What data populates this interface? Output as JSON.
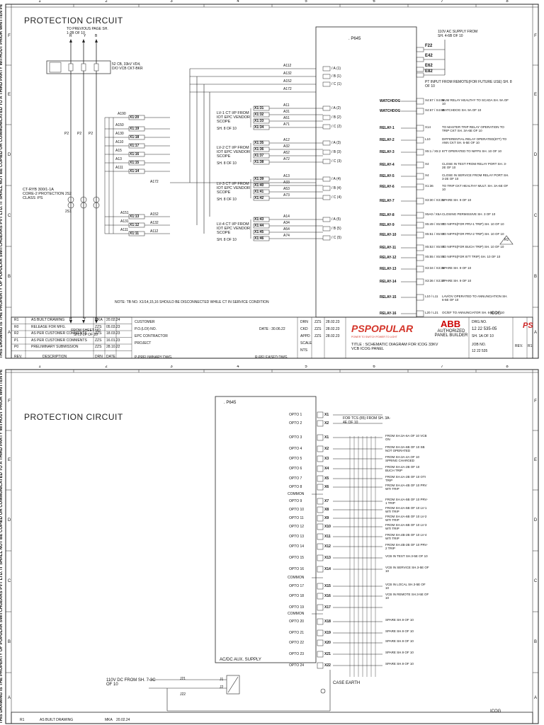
{
  "border": {
    "columns": [
      "1",
      "2",
      "3",
      "4",
      "5",
      "6",
      "7",
      "8"
    ],
    "rows": [
      "F",
      "E",
      "D",
      "C",
      "B",
      "A"
    ],
    "side_note": "THIS DRAWING IS THE PROPERTY OF POPULAR SWITCHGEARS PVT LTD. IT SHALL NOT BE COPIED OR COMMUNICATED TO A THIRD PARTY WITHOUT PRIOR WRITTEN PERMISSION OF THE COMPANY."
  },
  "sheet1": {
    "title": "PROTECTION CIRCUIT",
    "prev_page": "TO PREVIOUS PAGE SH. 1-2B OF 10",
    "phases": [
      "R",
      "Y",
      "B"
    ],
    "cb_label": "52 CB, 33kV VD4, D/O VCB CKT-BKR",
    "ct_label": "CT-RYB 300/1-1A CORE-2 PROTECTION CLASS :PS",
    "ct_marks": [
      "2S2",
      "2S1"
    ],
    "relay_name": ". P645",
    "supply": "110V AC SUPPLY FROM SH. 4-6B OF 10",
    "supply_terms": [
      "F22",
      "E42",
      "E62",
      "E82"
    ],
    "pt_input": "PT INPUT FROM REMOTE(FOR FUTURE USE) SH. 8 OF 10",
    "phase_inputs": [
      "/ A (1)",
      "/ B (1)",
      "/ C (1)",
      "/ A (2)",
      "/ B (2)",
      "/ C (2)",
      "/ A (3)",
      "/ B (3)",
      "/ C (3)",
      "/ A (4)",
      "/ B (4)",
      "/ C (4)",
      "/ A (5)",
      "/ B (5)",
      "/ C (5)"
    ],
    "ct_wires": [
      "A112",
      "A132",
      "A152",
      "A172"
    ],
    "left_terms": [
      "X1:20",
      "X1:19",
      "X1:18",
      "X1:17",
      "X1:16",
      "X1:15",
      "X1:14",
      "X1:13",
      "X1:12",
      "X1:11"
    ],
    "left_wires": [
      "A190",
      "A150",
      "A130",
      "A110",
      "A15",
      "A13",
      "A111",
      "A151",
      "A131",
      "A111",
      "A172",
      "A152",
      "A132",
      "A112"
    ],
    "p_marks": [
      "P2",
      "P2",
      "P2"
    ],
    "lv_blocks": [
      {
        "name": "LV-1 CT I/P FROM IOT EPC VENDOR SCOPE",
        "sheet": "SH. 8 OF 10",
        "terms": [
          "X1:31",
          "X1:32",
          "X1:33",
          "X1:34"
        ],
        "wires": [
          "A11",
          "A31",
          "A51",
          "A71"
        ]
      },
      {
        "name": "LV-2 CT I/P FROM IOT EPC VENDOR SCOPE",
        "sheet": "SH. 8 OF 10",
        "terms": [
          "X1:35",
          "X1:36",
          "X1:37",
          "X1:38"
        ],
        "wires": [
          "A12",
          "A32",
          "A52",
          "A72"
        ]
      },
      {
        "name": "LV-3 CT I/P FROM IOT EPC VENDOR SCOPE",
        "sheet": "SH. 8 OF 10",
        "terms": [
          "X1:39",
          "X1:40",
          "X1:41",
          "X1:42"
        ],
        "wires": [
          "A13",
          "A33",
          "A53",
          "A73"
        ]
      },
      {
        "name": "LV-4 CT I/P FROM IOT EPC VENDOR SCOPE",
        "sheet": "SH. 8 OF 10",
        "terms": [
          "X1:43",
          "X1:44",
          "X1:45",
          "X1:46"
        ],
        "wires": [
          "A14",
          "A34",
          "A54",
          "A74"
        ]
      }
    ],
    "outputs": [
      {
        "relay": "WATCHDOG",
        "terms": "X4:67 / X4:68",
        "text": "NUM RELAY HEALTHY TO SCADA SH. 9A OF 10"
      },
      {
        "relay": "WATCHDOG",
        "terms": "X4:67 / X4:68",
        "text": "WATCHDOG SH. 9A OF 10"
      },
      {
        "relay": "RELAY-1",
        "terms": "X14",
        "text": "TO MASTER TRIP RELAY OPERATION TO TRIP CKT SH. 3A-6E OF 10"
      },
      {
        "relay": "RELAY-2",
        "terms": "L10",
        "text": "DIFFERENTIAL RELAY OPERATED(87T) TO ANN CKT SH. 6-5E OF 10"
      },
      {
        "relay": "RELAY-3",
        "terms": "X5:1 / X5:2",
        "text": "87T OPERATED TO NIFPS SH. 10 OF 10"
      },
      {
        "relay": "RELAY-4",
        "terms": "X4",
        "text": "CLOSE IN TEST FROM RELAY PORT SH. 3-2E OF 10"
      },
      {
        "relay": "RELAY-5",
        "terms": "X4",
        "text": "CLOSE IN SERVICE FROM RELAY PORT SH. 3-2E OF 10"
      },
      {
        "relay": "RELAY-6",
        "terms": "X1:36",
        "text": "TO TRIP CKT HEALTHY MULT. SH. 3A-6E OF 10"
      },
      {
        "relay": "RELAY-7",
        "terms": "X3:30 / X3:31",
        "text": "SPARE SH. 9 OF 10"
      },
      {
        "relay": "RELAY-8",
        "terms": "X5A0 / X5A",
        "text": "CLOSING PERMISSIVE SH. 3 OF 10"
      },
      {
        "relay": "RELAY-9",
        "terms": "X5:49 / X5:50",
        "text": "TO NIFPS(FOR PRV-1 TRIP) SH. 10 OF 10"
      },
      {
        "relay": "RELAY-10",
        "terms": "X5:51 / X5:52",
        "text": "TO NIFPS(FOR PRV-2 TRIP) SH. 10 OF 10"
      },
      {
        "relay": "RELAY-11",
        "terms": "X5:53 / X5:54",
        "text": "TO NIFPS(FOR BUCH TRIP) SH. 10 OF 10"
      },
      {
        "relay": "RELAY-12",
        "terms": "X5:55 / X5:56",
        "text": "TO NIFPS(FOR 87T TRIP) SH. 10 OF 10"
      },
      {
        "relay": "RELAY-13",
        "terms": "X3:34 / X3:35",
        "text": "SPARE SH. 9 OF 10"
      },
      {
        "relay": "RELAY-14",
        "terms": "X3:36 / X3:37",
        "text": "SPARE SH. 9 OF 10"
      },
      {
        "relay": "RELAY-15",
        "terms": "L10 / L11",
        "text": "LAV/OV OPERATED TO ANNUNCIATION SH. 6-6E OF 10"
      },
      {
        "relay": "RELAY-16",
        "terms": "L20 / L21",
        "text": "OC/EF TO ANNUNCIATOR SH. 6-5E OF 10"
      }
    ],
    "r2_badge": "R2",
    "note": "NOTE: TB NO. X1/14,15,16 SHOULD BE DISCONNECTED WHILE CT IN SERVICE CONDITION",
    "from_sheet": "FROM SHEET NO SH.2-2F OF 10",
    "title_block": {
      "revisions": [
        {
          "rev": "R1",
          "desc": "AS BUILT DRAWING",
          "drn": "MKA",
          "date": "20.02.24"
        },
        {
          "rev": "R0",
          "desc": "RELEASE FOR MFG.",
          "drn": "ZZS",
          "date": "05.03.23"
        },
        {
          "rev": "R2",
          "desc": "AS PER CUSTOMER COMMENTS",
          "drn": "ZZS",
          "date": "18.03.23"
        },
        {
          "rev": "P1",
          "desc": "AS PER CUSTOMER COMMENTS",
          "drn": "ZZS",
          "date": "16.01.23"
        },
        {
          "rev": "P0",
          "desc": "PRELIMINARY SUBMISSION",
          "drn": "ZZS",
          "date": "28.10.22"
        }
      ],
      "headers": [
        "REV.",
        "DESCRIPTION",
        "DRN",
        "DATE"
      ],
      "customer": "CUSTOMER",
      "po": "P.O.(LOI) NO.",
      "date_label": "DATE : 30.06.22",
      "epc": "EPC CONTRACTOR",
      "project": "PROJECT",
      "prelim": "P-PRELIMINARY DWG.",
      "released": "R-RELEASED DWG.",
      "drn": "DRN",
      "ckd": "CKD",
      "appd": "APPD",
      "scale": "SCALE",
      "nts": "NTS",
      "sign": "ZZS",
      "sign_date": "28.02.23",
      "brand": "PSPOPULAR",
      "brand_sub": "POWER TO SWITCH POWER TO LIGHT",
      "abb": "ABB",
      "authorized": "AUTHORIZED PANEL BUILDER",
      "title": "TITLE : SCHEMATIC DIAGRAM FOR ICOG 33KV VCB ICOG PANEL",
      "icog": "ICOG",
      "drg_no_label": "DRG.NO.",
      "drg_no": "12 22 535-05",
      "sh": "SH. 1A OF 10",
      "job_label": "JOB NO.",
      "job": "12 22 535",
      "rev_label": "REV.",
      "rev": "R1",
      "ps_logo": "PS"
    }
  },
  "sheet2": {
    "title": "PROTECTION CIRCUIT",
    "relay_name": ". P645",
    "top_ref": "FOR TCS (85) FROM SH. 3A-4E OF 10",
    "optos": [
      {
        "name": "OPTO 1",
        "t": "X1",
        "ref": ""
      },
      {
        "name": "OPTO 2",
        "t": "X2",
        "ref": ""
      },
      {
        "name": "OPTO 3",
        "t": "X1",
        "ref": "FROM SH.3A-6A OF 10 VCB ON"
      },
      {
        "name": "OPTO 4",
        "t": "X2",
        "ref": "FROM SH.3A-6B OF 10 SB NOT OPERATED"
      },
      {
        "name": "OPTO 5",
        "t": "X3",
        "ref": "FROM SH.3A-4A OF 10 SPRING CHARGED"
      },
      {
        "name": "OPTO 6",
        "t": "X4",
        "ref": "FROM SH.4A-2B OF 10 BUCH TRIP"
      },
      {
        "name": "OPTO 7",
        "t": "X5",
        "ref": "FROM SH.4A-2B OF 10 OTI TRIP"
      },
      {
        "name": "OPTO 8",
        "t": "X6",
        "ref": "FROM SH.4A-4B OF 10 PRV WTI TRIP"
      },
      {
        "name": "OPTO 9",
        "t": "X7",
        "ref": "FROM SH.4A-5B OF 10 PRV-1 TRIP"
      },
      {
        "name": "OPTO 10",
        "t": "X8",
        "ref": "FROM SH.4A-5B OF 10 LV-1 WTI TRIP"
      },
      {
        "name": "OPTO 11",
        "t": "X9",
        "ref": "FROM SH.4A-6B OF 10 LV-2 WTI TRIP"
      },
      {
        "name": "OPTO 12",
        "t": "X10",
        "ref": "FROM SH.4A-6B OF 10 LV-3 WTI TRIP"
      },
      {
        "name": "OPTO 13",
        "t": "X11",
        "ref": "FROM SH.4B-2B OF 10 LV-4 WTI TRIP"
      },
      {
        "name": "OPTO 14",
        "t": "X12",
        "ref": "FROM SH.4B-2B OF 10 PRV-2 TRIP"
      },
      {
        "name": "OPTO 15",
        "t": "X13",
        "ref": "VCB IN TEST SH.3-5E OF 10"
      },
      {
        "name": "OPTO 16",
        "t": "X14",
        "ref": "VCB IN SERVICE SH.3-5E OF 10"
      },
      {
        "name": "OPTO 17",
        "t": "X15",
        "ref": "VCB IN LOCAL SH.3-5E OF 10"
      },
      {
        "name": "OPTO 18",
        "t": "X16",
        "ref": "VCB IN REMOTE SH.3-5E OF 10"
      },
      {
        "name": "OPTO 19",
        "t": "X17",
        "ref": ""
      },
      {
        "name": "OPTO 20",
        "t": "X18",
        "ref": "SPARE SH.9 OF 10"
      },
      {
        "name": "OPTO 21",
        "t": "X19",
        "ref": "SPARE SH.9 OF 10"
      },
      {
        "name": "OPTO 22",
        "t": "X20",
        "ref": "SPARE SH.9 OF 10"
      },
      {
        "name": "OPTO 23",
        "t": "X21",
        "ref": "SPARE SH.9 OF 10"
      },
      {
        "name": "OPTO 24",
        "t": "X22",
        "ref": "SPARE SH.9 OF 10"
      }
    ],
    "common": "COMMON",
    "supply_label": "AC/DC AUX. SUPPLY",
    "dc_from": "110V DC FROM SH. 7-3C OF 10",
    "j_labels": [
      "J21",
      "J1",
      "J2",
      "J22"
    ],
    "earth": "CASE EARTH",
    "rev_row": {
      "rev": "R1",
      "desc": "AS BUILT DRAWING",
      "drn": "MKA",
      "date": "20.02.24"
    },
    "icog": "ICOG"
  }
}
